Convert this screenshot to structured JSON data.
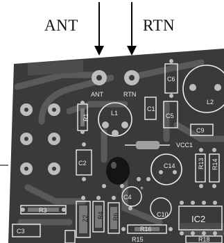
{
  "callouts": {
    "left": "ANT",
    "right": "RTN"
  },
  "board": {
    "pads": {
      "ant": "ANT",
      "rtn": "RTN"
    },
    "components": {
      "l1": "L1",
      "l2": "L2",
      "c1": "C1",
      "c2": "C2",
      "c3": "C3",
      "c4": "C4",
      "c5": "C5",
      "c6": "C6",
      "c9": "C9",
      "c10": "C10",
      "c14": "C14",
      "r1": "R1",
      "r3": "R3",
      "r4": "R4",
      "r6": "R6",
      "r13": "R13",
      "r14": "R14",
      "r15": "R15",
      "r16": "R16",
      "r18": "R18",
      "z2": "Z2",
      "ic2": "IC2",
      "vcc1": "VCC1"
    }
  },
  "colors": {
    "board": "#3a3a3a",
    "trace": "#5a5a5a",
    "silkscreen": "#eeeeee",
    "pad": "#bdbdbd"
  }
}
